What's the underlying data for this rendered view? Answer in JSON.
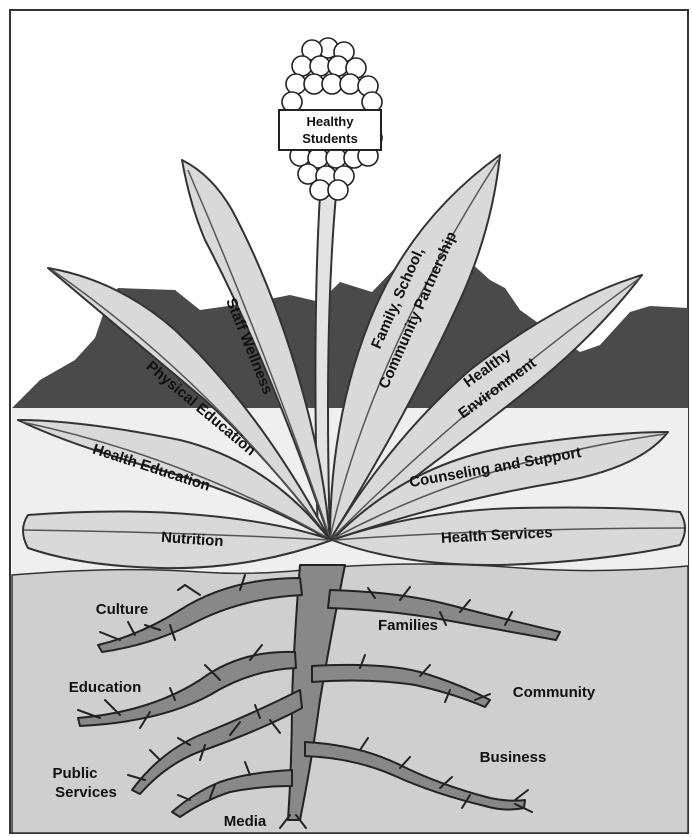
{
  "flower": {
    "line1": "Healthy",
    "line2": "Students"
  },
  "leaves": {
    "staff_wellness": "Staff Wellness",
    "family_line1": "Family, School,",
    "family_line2": "Community Partnership",
    "env_line1": "Healthy",
    "env_line2": "Environment",
    "physical_education": "Physical Education",
    "health_education": "Health Education",
    "counseling": "Counseling and Support",
    "nutrition": "Nutrition",
    "health_services": "Health Services"
  },
  "roots": {
    "culture": "Culture",
    "families": "Families",
    "education": "Education",
    "community": "Community",
    "public_line1": "Public",
    "public_line2": "Services",
    "business": "Business",
    "media": "Media"
  },
  "colors": {
    "sky": "#ffffff",
    "mountains": "#4a4a4a",
    "ground_top": "#efefef",
    "soil": "#cfcfcf",
    "leaf": "#d9d9d9",
    "root": "#888888"
  }
}
